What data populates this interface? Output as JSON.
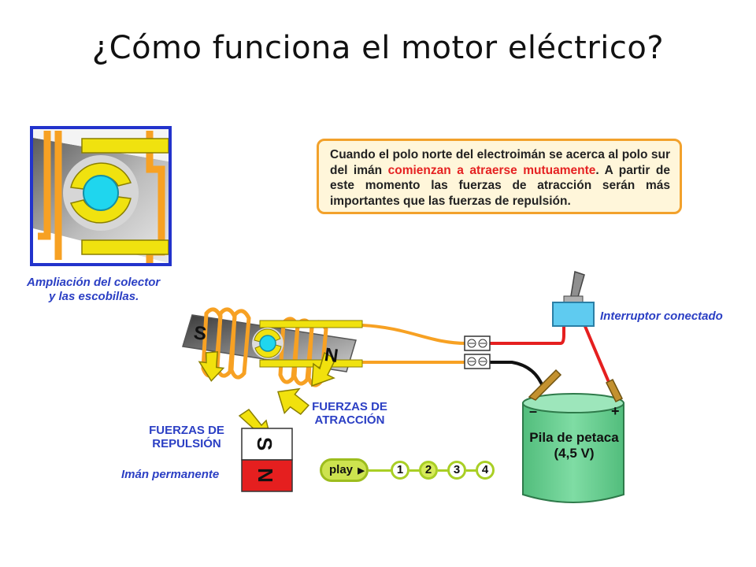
{
  "slide": {
    "title": "¿Cómo funciona el motor eléctrico?"
  },
  "info_box": {
    "text_before": "Cuando el polo norte del electroimán se acerca al polo sur del imán ",
    "text_highlight": "comienzan a atraerse mutuamente",
    "text_after": ". A partir de este momento las fuerzas de atracción serán más importantes que las fuerzas de repulsión."
  },
  "inset": {
    "caption_line1": "Ampliación del colector",
    "caption_line2": "y las escobillas."
  },
  "switch": {
    "label": "Interruptor conectado"
  },
  "forces": {
    "attraction_line1": "FUERZAS DE",
    "attraction_line2": "ATRACCIÓN",
    "repulsion_line1": "FUERZAS DE",
    "repulsion_line2": "REPULSIÓN"
  },
  "magnet": {
    "label": "Imán permanente",
    "north": "N",
    "south": "S"
  },
  "electromagnet": {
    "south": "S",
    "north": "N"
  },
  "battery": {
    "line1": "Pila de petaca",
    "line2": "(4,5 V)",
    "minus": "–",
    "plus": "+"
  },
  "player": {
    "play_label": "play",
    "steps": [
      "1",
      "2",
      "3",
      "4"
    ],
    "active_step": "2"
  },
  "colors": {
    "wire_orange": "#f7a123",
    "wire_red": "#e51f1f",
    "wire_black": "#111111",
    "battery_green": "#66cc8f",
    "inset_border": "#2233cc",
    "arrow_yellow": "#f1e10d"
  }
}
